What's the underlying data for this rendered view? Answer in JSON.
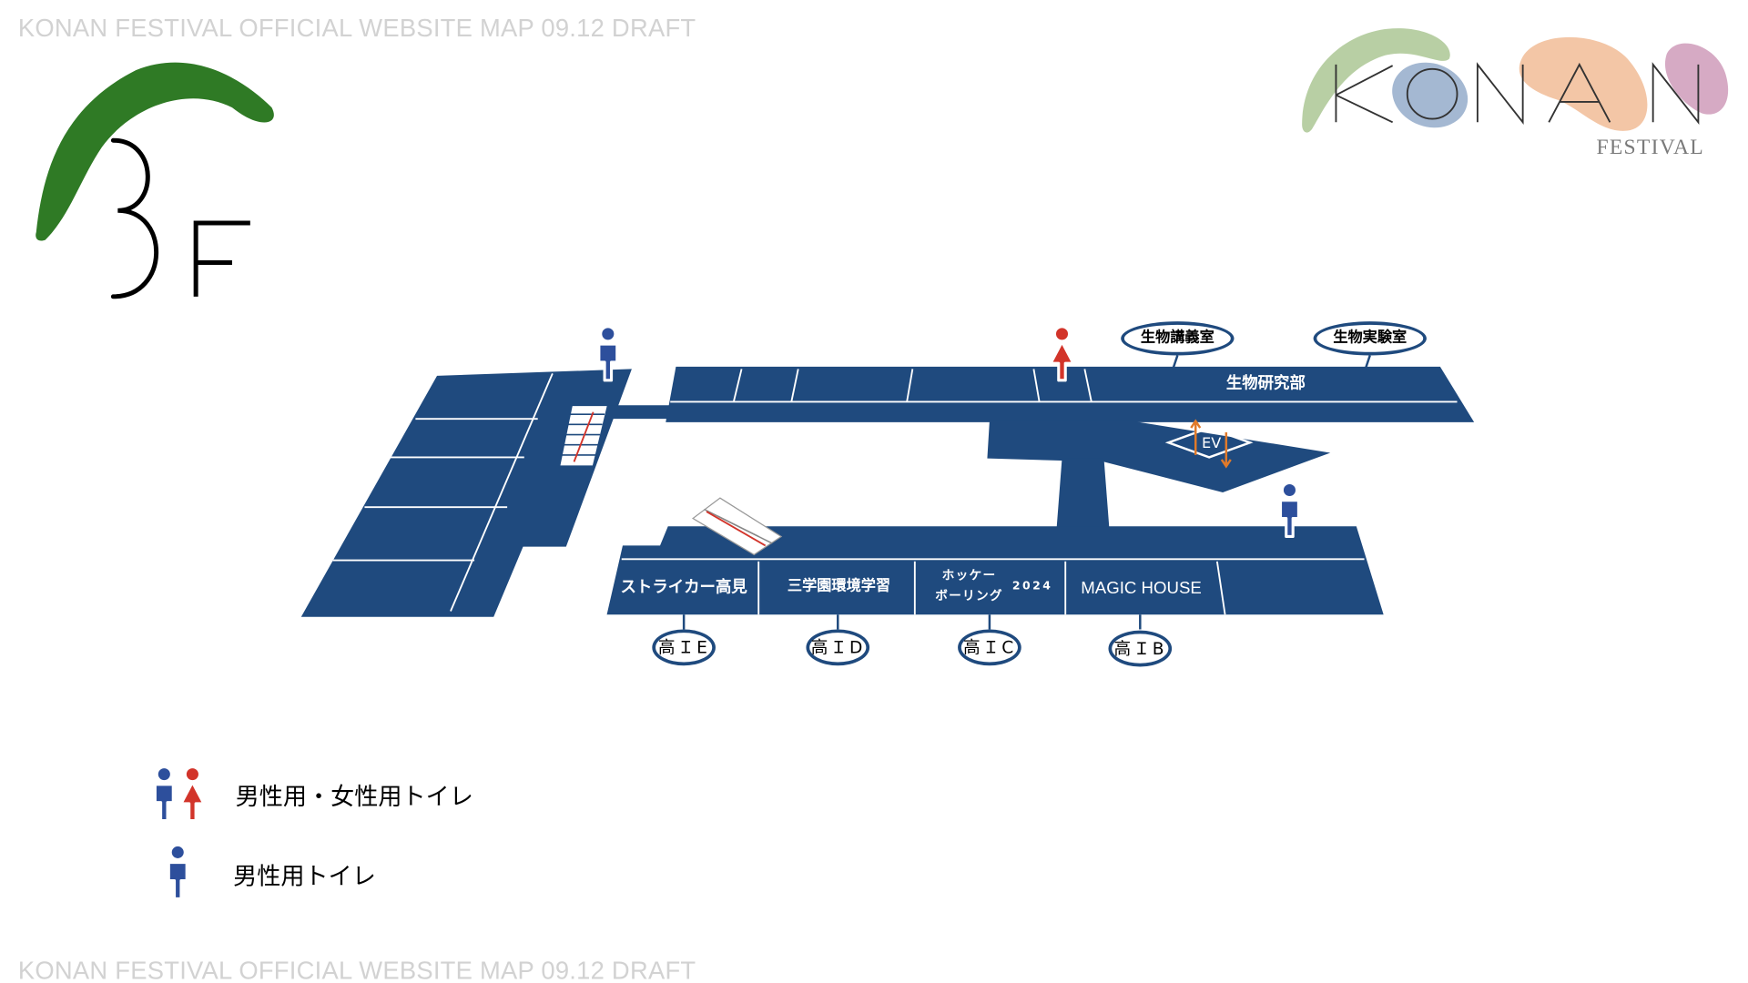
{
  "draft_notice": "KONAN FESTIVAL OFFICIAL WEBSITE MAP 09.12 DRAFT",
  "floor": {
    "label": "3F"
  },
  "logo": {
    "text": "KONAN",
    "subtitle": "FESTIVAL"
  },
  "rooms": {
    "biology_research": "生物研究部",
    "striker": "ストライカー高見",
    "environment": "三学園環境学習",
    "hockey_line1": "ホッケー",
    "hockey_line2": "ボーリング",
    "hockey_year": "2024",
    "magic_house": "MAGIC HOUSE",
    "elevator": "EV"
  },
  "room_bubbles": {
    "biology_lecture": "生物講義室",
    "biology_lab": "生物実験室"
  },
  "grade_bubbles": {
    "h1e": "高ＩE",
    "h1d": "高ＩD",
    "h1c": "高ＩC",
    "h1b": "高ＩB"
  },
  "legend": {
    "both": "男性用・女性用トイレ",
    "men": "男性用トイレ"
  },
  "colors": {
    "floor": "#1f4a7e",
    "men_icon": "#2d4f9c",
    "women_icon": "#d2342a",
    "logo_green": "#2f7a25",
    "logo_sage": "#b8cfa4",
    "logo_blue": "#a4b8d2",
    "logo_peach": "#f3c6a6",
    "logo_mauve": "#d6aac4"
  }
}
